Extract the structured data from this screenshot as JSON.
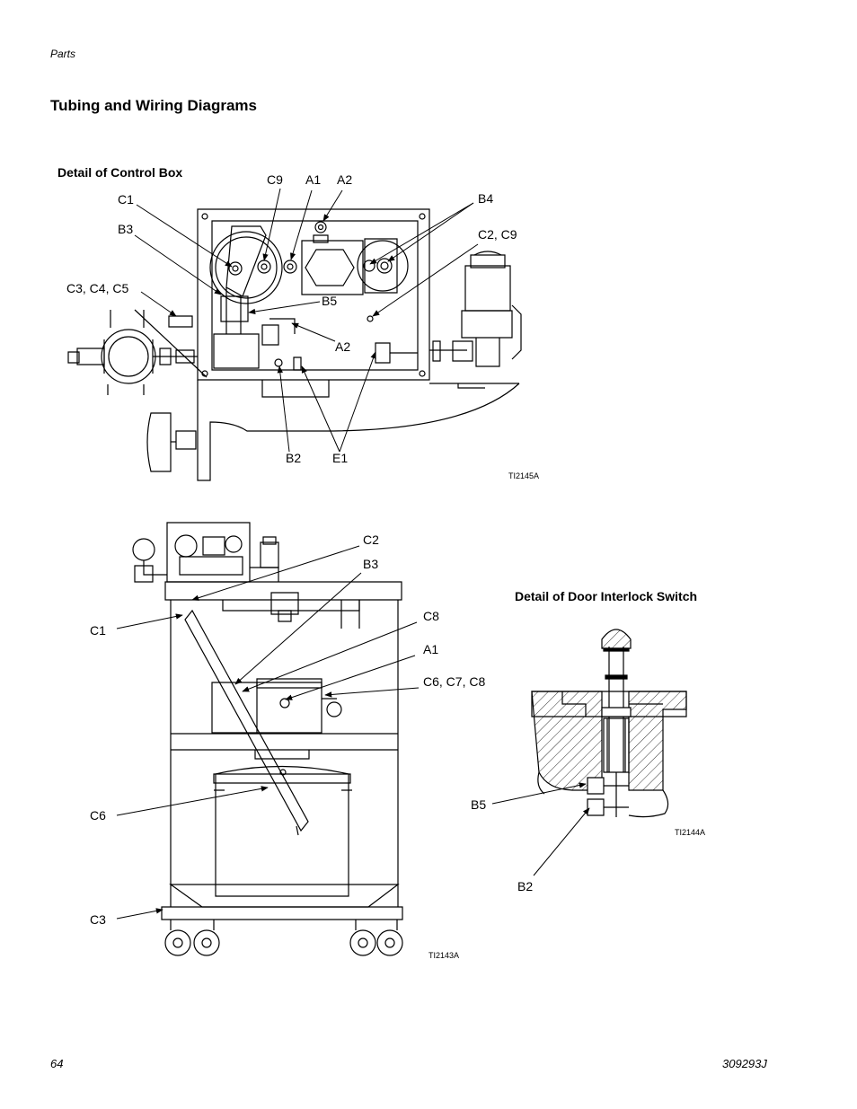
{
  "header": {
    "section": "Parts"
  },
  "title": "Tubing and Wiring Diagrams",
  "control_box": {
    "heading": "Detail of Control Box",
    "figure_id": "TI2145A",
    "callouts": {
      "c9": "C9",
      "a1": "A1",
      "a2_top": "A2",
      "b4": "B4",
      "c1": "C1",
      "b3": "B3",
      "c2_c9": "C2, C9",
      "c3_c4_c5": "C3, C4, C5",
      "b5": "B5",
      "a2": "A2",
      "b2": "B2",
      "e1": "E1"
    }
  },
  "cart": {
    "figure_id": "TI2143A",
    "callouts": {
      "c2": "C2",
      "b3": "B3",
      "c1": "C1",
      "c8": "C8",
      "a1": "A1",
      "c6_c7_c8": "C6, C7, C8",
      "c6": "C6",
      "c3": "C3"
    }
  },
  "door_switch": {
    "heading": "Detail of Door Interlock Switch",
    "figure_id": "TI2144A",
    "callouts": {
      "b5": "B5",
      "b2": "B2"
    }
  },
  "footer": {
    "page_number": "64",
    "doc_number": "309293J"
  }
}
